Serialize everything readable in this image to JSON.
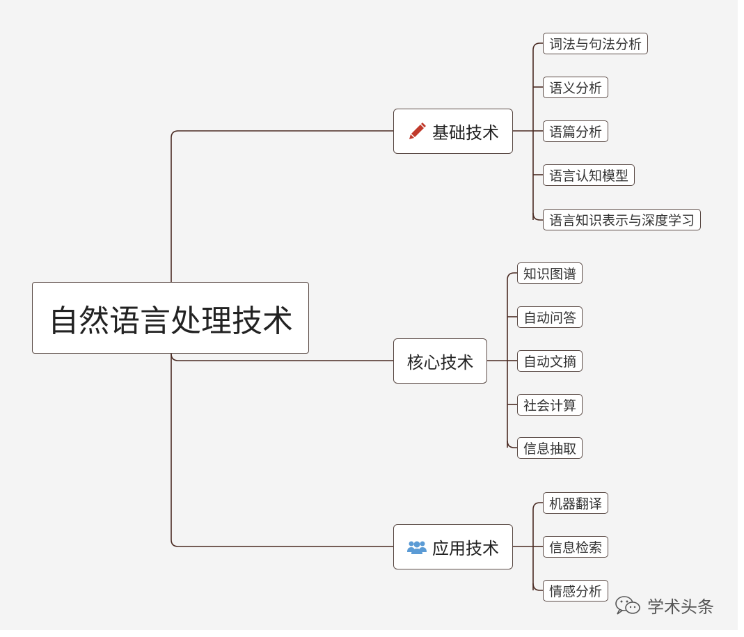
{
  "root": {
    "label": "自然语言处理技术"
  },
  "branches": [
    {
      "label": "基础技术",
      "icon": "pencil-icon",
      "leaves": [
        "词法与句法分析",
        "语义分析",
        "语篇分析",
        "语言认知模型",
        "语言知识表示与深度学习"
      ]
    },
    {
      "label": "核心技术",
      "icon": "",
      "leaves": [
        "知识图谱",
        "自动问答",
        "自动文摘",
        "社会计算",
        "信息抽取"
      ]
    },
    {
      "label": "应用技术",
      "icon": "users-icon",
      "leaves": [
        "机器翻译",
        "信息检索",
        "情感分析"
      ]
    }
  ],
  "colors": {
    "line": "#4a2a22",
    "pencil": "#c0392b",
    "users": "#5b9bd5"
  },
  "watermark": {
    "text": "学术头条",
    "icon": "wechat-icon"
  }
}
